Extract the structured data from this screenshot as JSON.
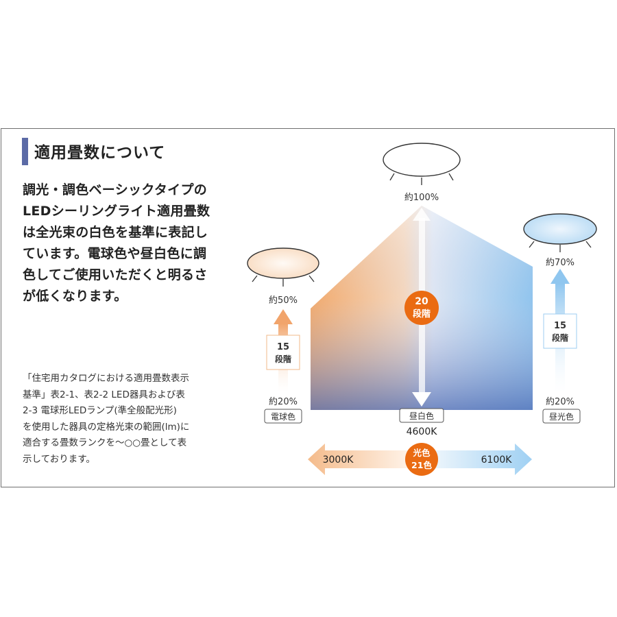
{
  "heading": "適用畳数について",
  "intro_lines": [
    "調光・調色ベーシックタイプの",
    "LEDシーリングライト適用畳数",
    "は全光束の白色を基準に表記し",
    "ています。電球色や昼白色に調",
    "色してご使用いただくと明るさ",
    "が低くなります。"
  ],
  "note_lines": [
    "「住宅用カタログにおける適用畳数表示",
    "基準」表2-1、表2-2 LED器具および表",
    "2-3 電球形LEDランプ(準全般配光形)",
    "を使用した器具の定格光束の範囲(lm)に",
    "適合する畳数ランクを〜○○畳として表",
    "示しております。"
  ],
  "center": {
    "top_label": "約100%",
    "steps_num": "20",
    "steps_unit": "段階",
    "mode": "昼白色",
    "kelvin": "4600K"
  },
  "left": {
    "top_label": "約50%",
    "steps_num": "15",
    "steps_unit": "段階",
    "bottom_label": "約20%",
    "mode": "電球色"
  },
  "right": {
    "top_label": "約70%",
    "steps_num": "15",
    "steps_unit": "段階",
    "bottom_label": "約20%",
    "mode": "昼光色"
  },
  "temperature": {
    "low": "3000K",
    "high": "6100K",
    "badge_line1": "光色",
    "badge_line2": "21色"
  },
  "colors": {
    "accent_bar": "#5b6aa6",
    "orange": "#ea6b12",
    "warm": "#f5b27a",
    "cool": "#a9d2f0",
    "deep_blue": "#6f86c0"
  }
}
